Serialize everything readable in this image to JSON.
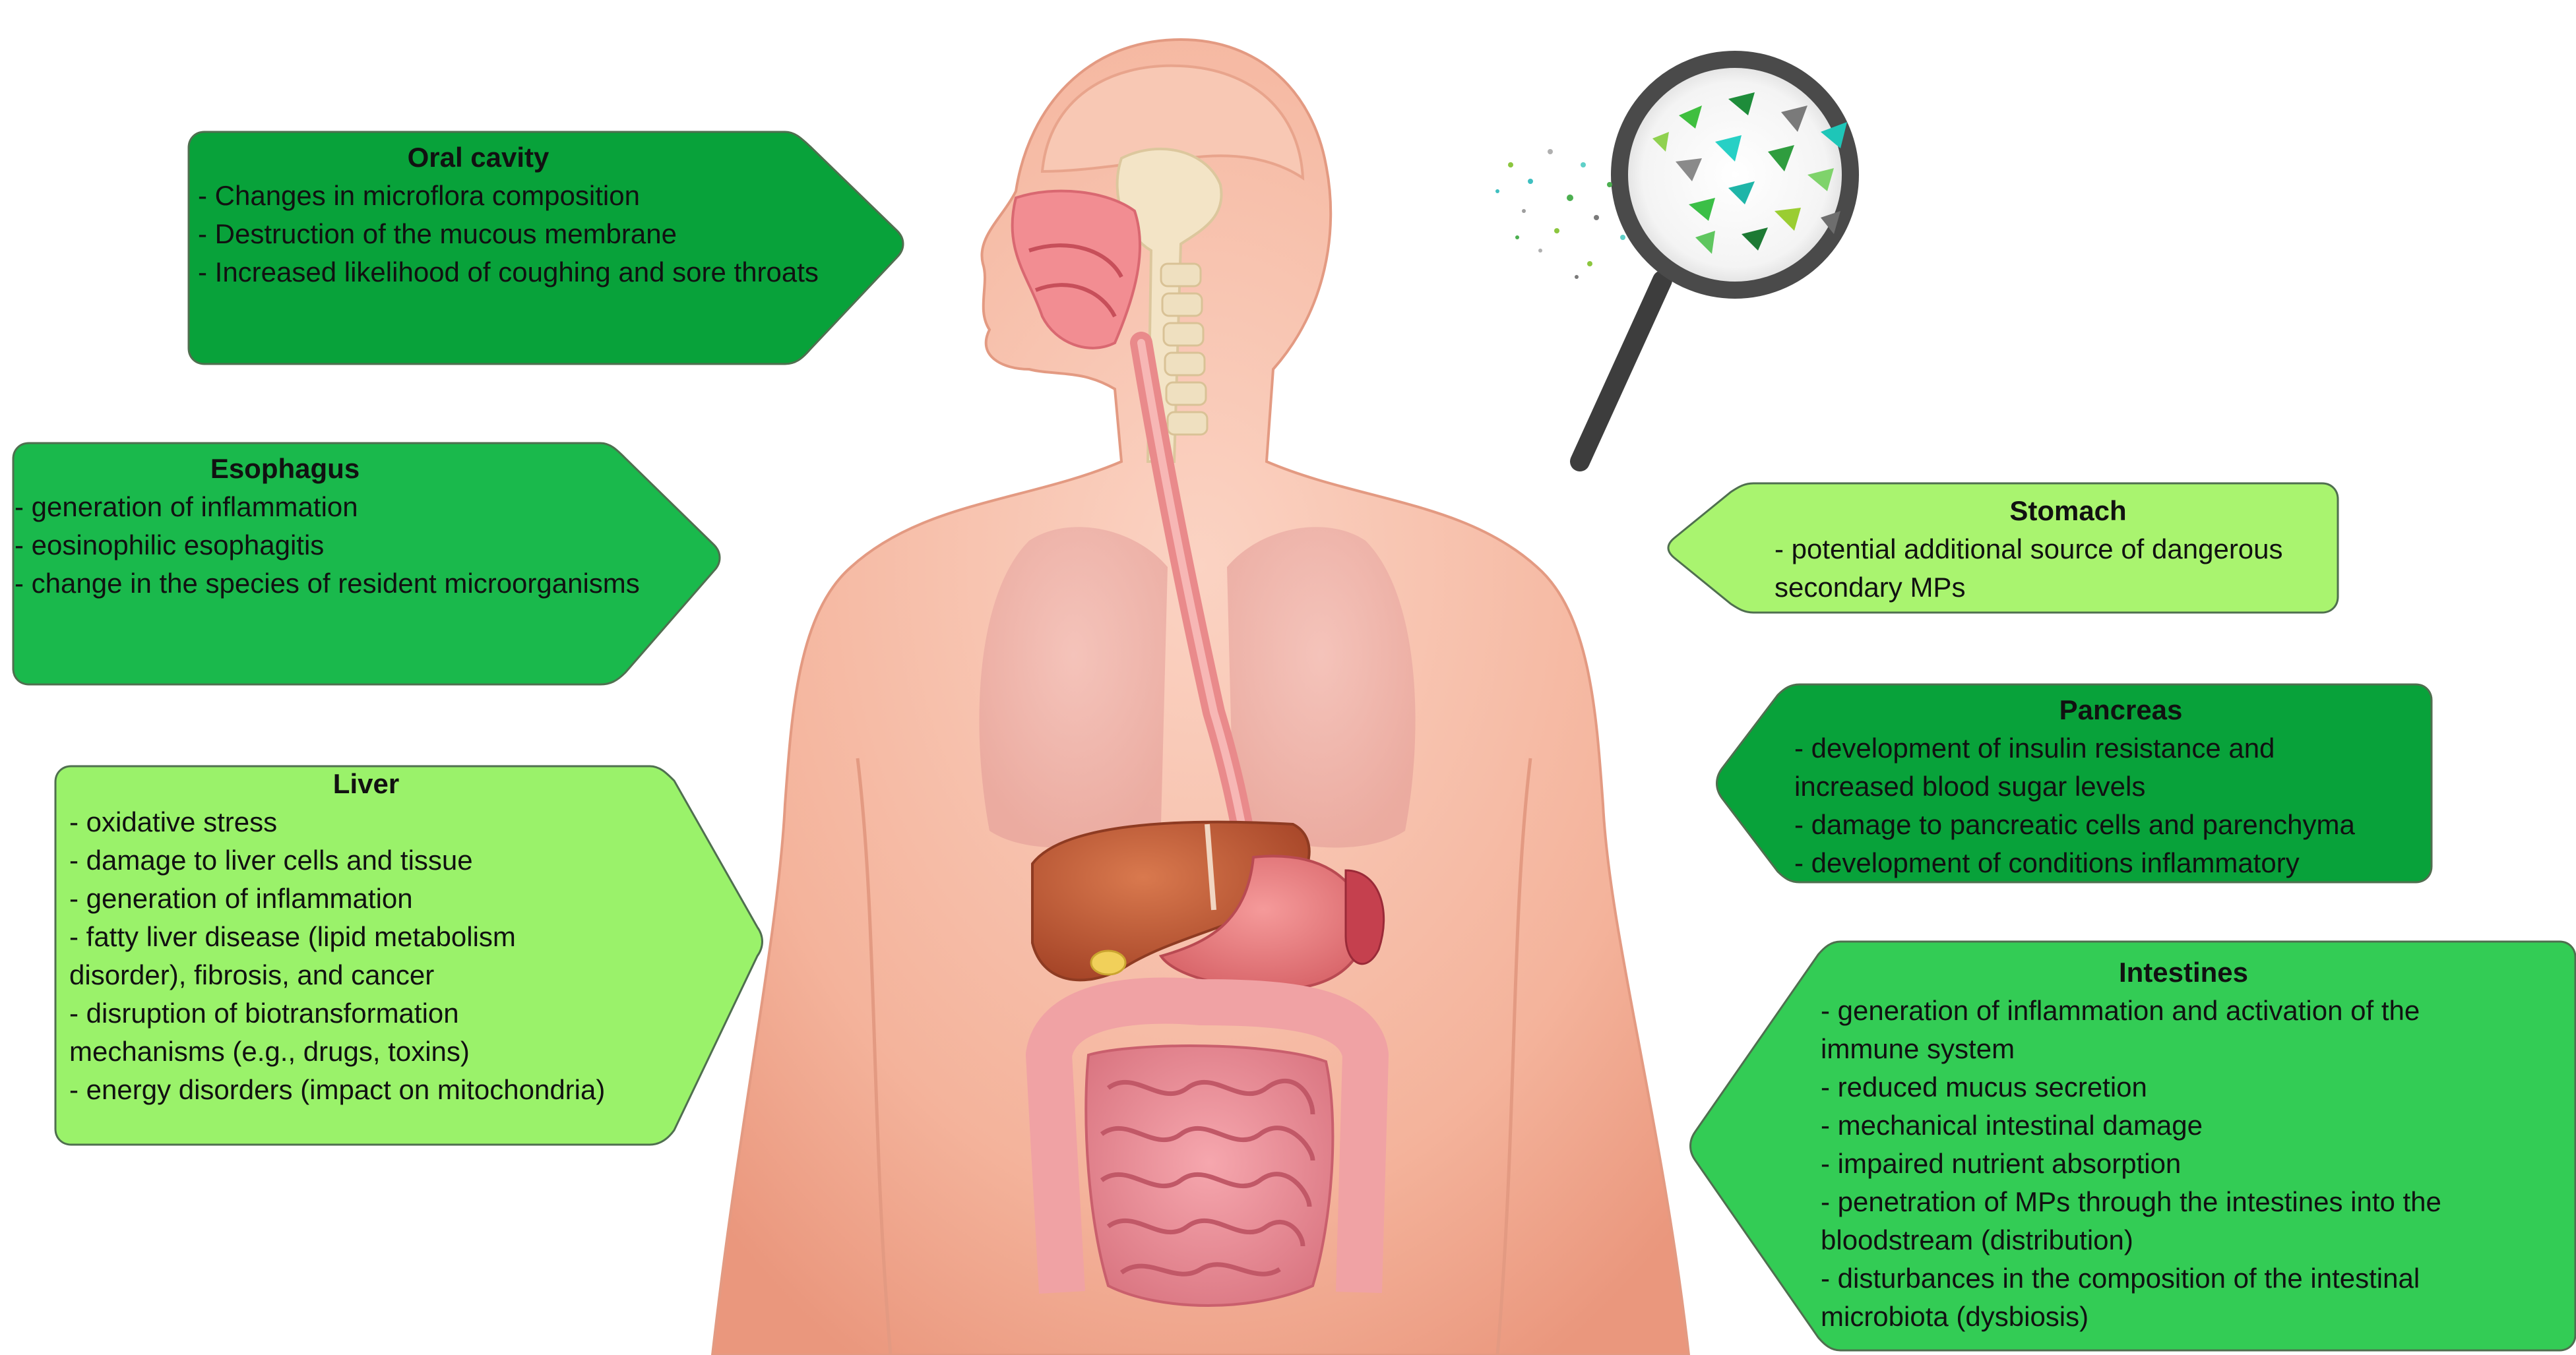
{
  "colors": {
    "dark_green": "#08a23a",
    "mid_green": "#1ab94c",
    "green": "#33cc55",
    "light_green": "#9af26a",
    "light_green_2": "#a9f46f",
    "border": "#556655",
    "skin": "#f6b9a2",
    "skin_edge": "#e7917a"
  },
  "magnifier": {
    "icon": "magnifier-icon",
    "particles": "microplastic-particles"
  },
  "organs": {
    "oral": {
      "title": "Oral cavity",
      "items": [
        "- Changes in microflora composition",
        "- Destruction of the mucous membrane",
        "- Increased likelihood of coughing and sore throats"
      ]
    },
    "esophagus": {
      "title": "Esophagus",
      "items": [
        "- generation of inflammation",
        "- eosinophilic esophagitis",
        "- change in the species of resident microorganisms"
      ]
    },
    "liver": {
      "title": "Liver",
      "items": [
        "- oxidative stress",
        "- damage to liver cells and tissue",
        "- generation of inflammation",
        "- fatty liver disease (lipid metabolism",
        "disorder), fibrosis, and cancer",
        "- disruption of biotransformation",
        "mechanisms (e.g., drugs, toxins)",
        "- energy disorders (impact on mitochondria)"
      ]
    },
    "stomach": {
      "title": "Stomach",
      "items": [
        "- potential additional source of dangerous",
        "secondary MPs"
      ]
    },
    "pancreas": {
      "title": "Pancreas",
      "items": [
        "- development of insulin resistance and",
        "increased blood sugar levels",
        "- damage to pancreatic cells and parenchyma",
        "- development of conditions inflammatory"
      ]
    },
    "intestines": {
      "title": "Intestines",
      "items": [
        "- generation of inflammation and activation of the",
        "immune system",
        "- reduced mucus secretion",
        "- mechanical intestinal damage",
        "- impaired nutrient absorption",
        "- penetration of MPs through the intestines into the",
        "bloodstream (distribution)",
        "- disturbances in the composition of the intestinal",
        "microbiota (dysbiosis)"
      ]
    }
  }
}
